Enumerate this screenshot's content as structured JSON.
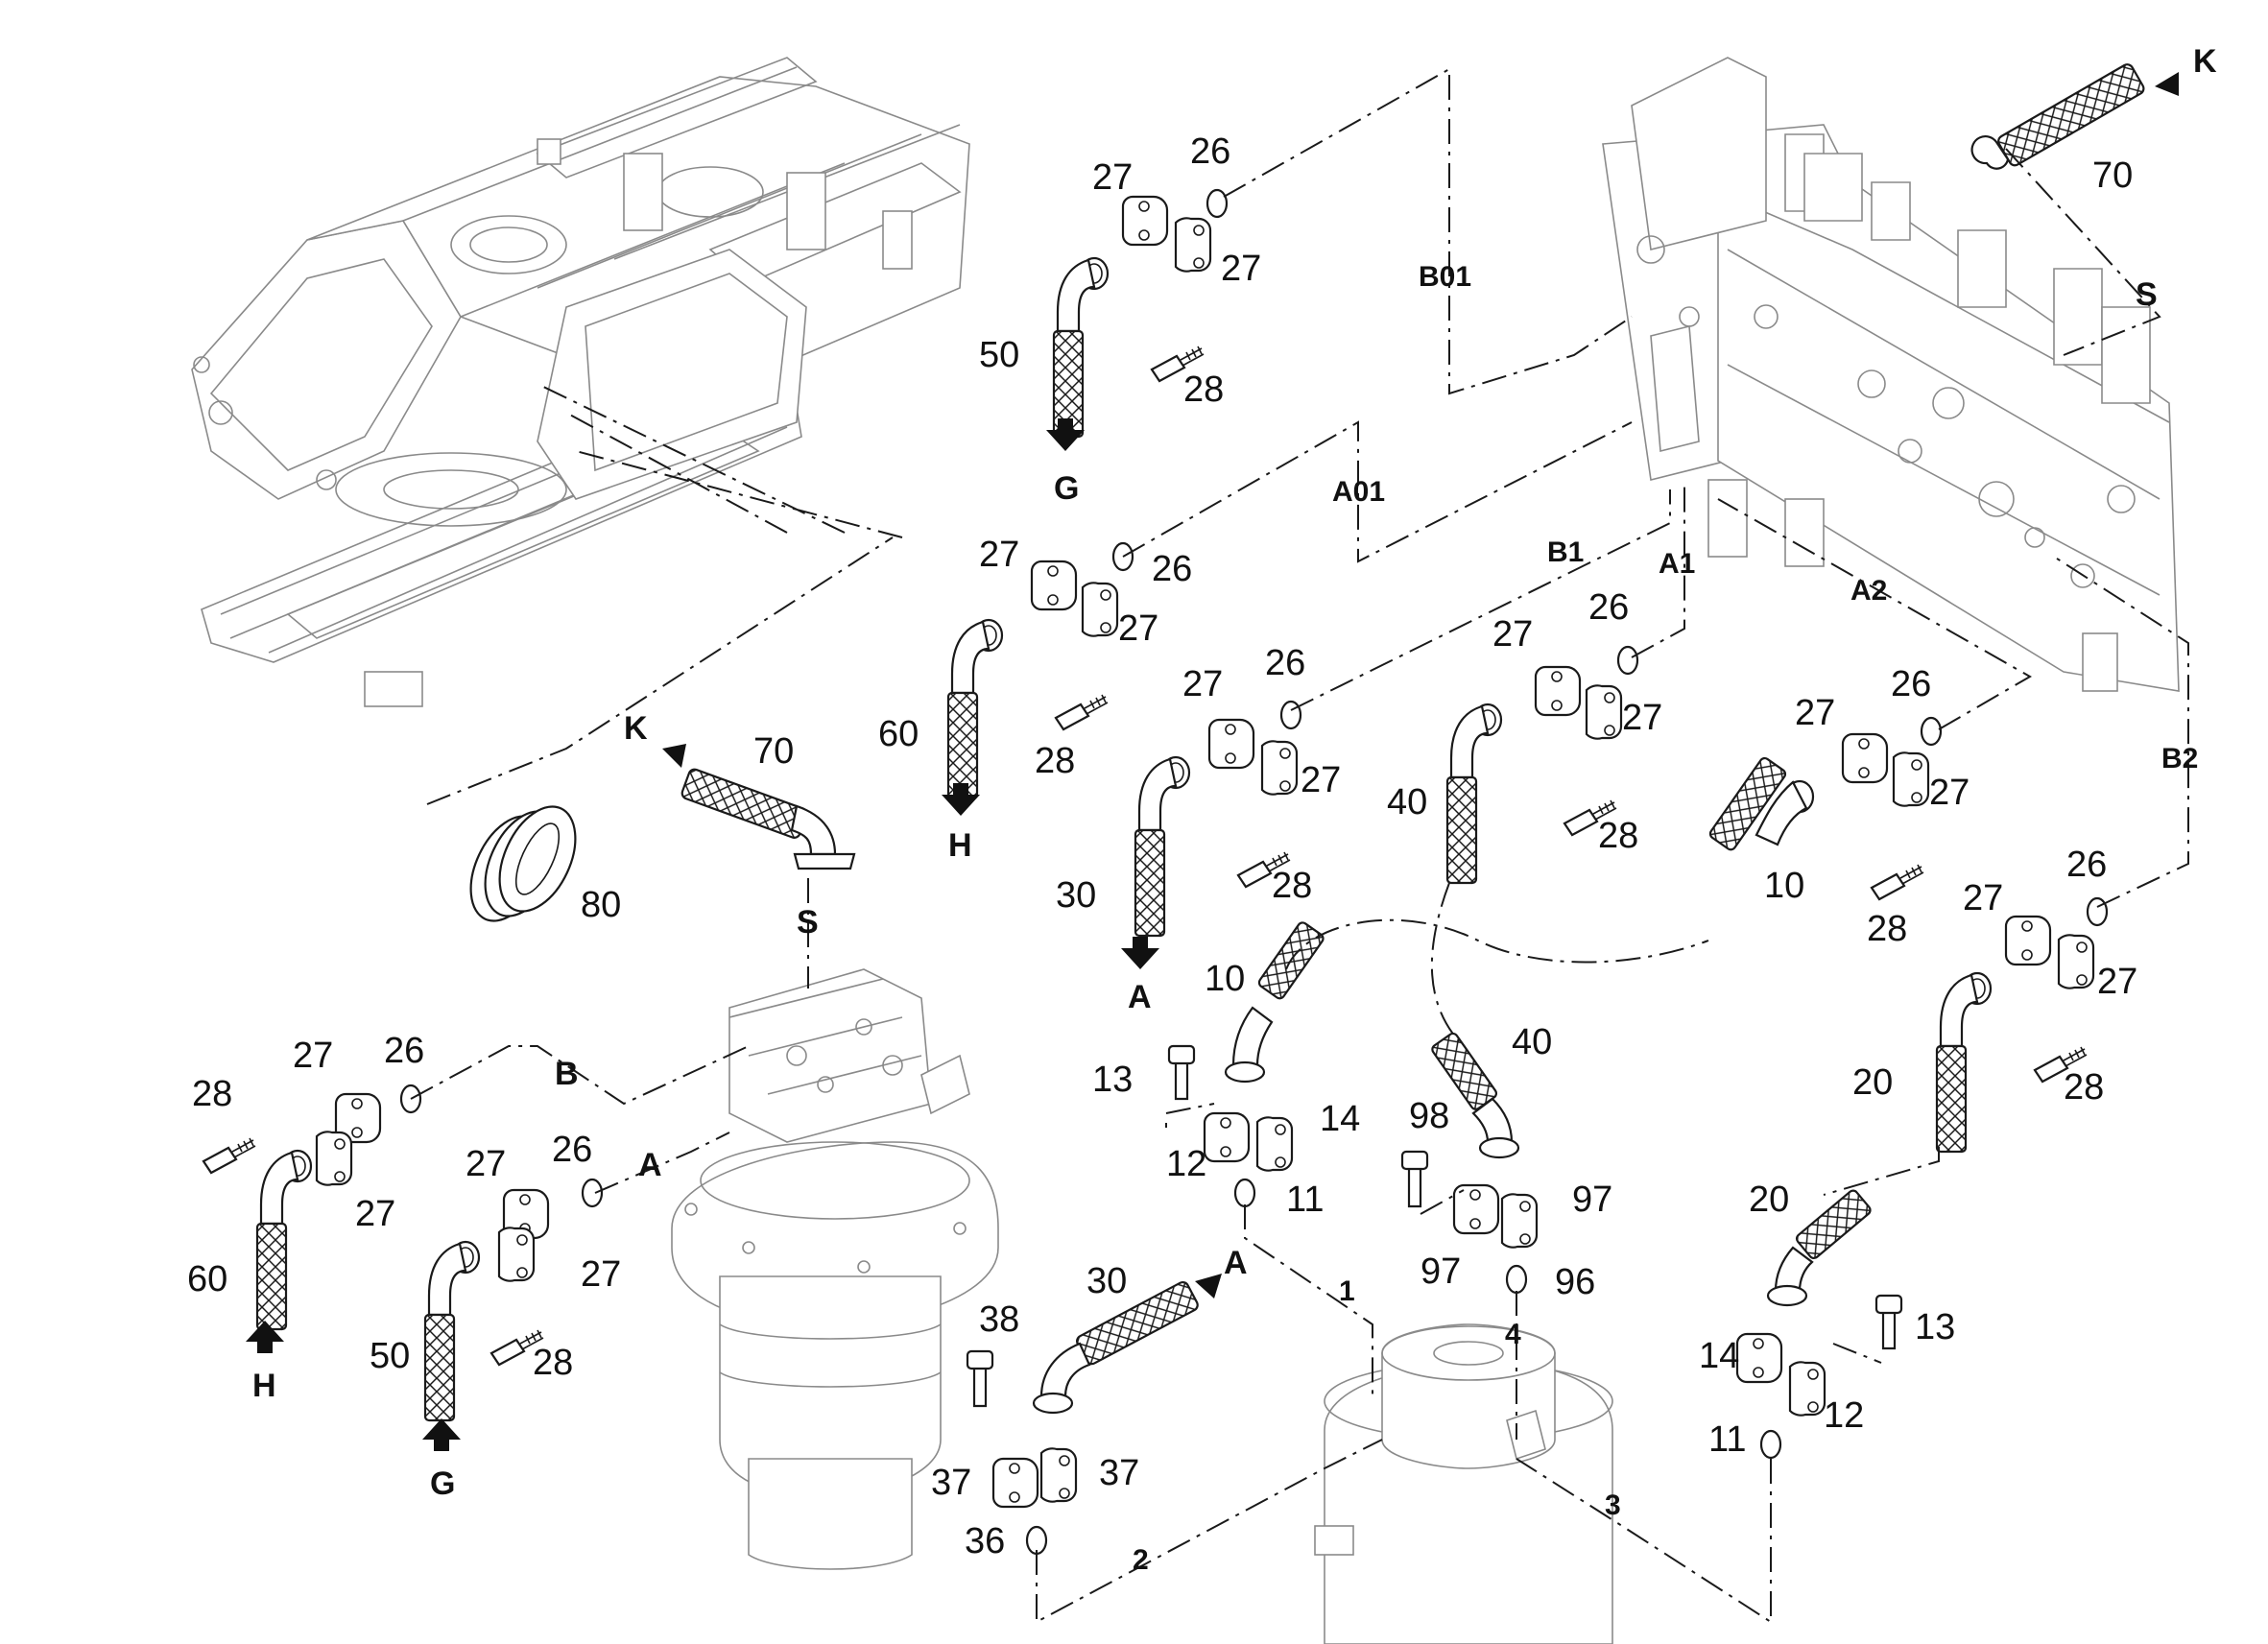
{
  "diagram": {
    "part_numbers": {
      "p10": "10",
      "p11": "11",
      "p12": "12",
      "p13": "13",
      "p14": "14",
      "p20": "20",
      "p26": "26",
      "p27": "27",
      "p28": "28",
      "p30": "30",
      "p36": "36",
      "p37": "37",
      "p38": "38",
      "p40": "40",
      "p50": "50",
      "p60": "60",
      "p70": "70",
      "p80": "80",
      "p96": "96",
      "p97": "97",
      "p98": "98"
    },
    "connection_refs": {
      "k": "K",
      "s": "S",
      "g": "G",
      "h": "H",
      "a": "A",
      "b": "B",
      "b01": "B01",
      "a01": "A01",
      "b1": "B1",
      "a1": "A1",
      "a2": "A2",
      "b2": "B2",
      "n1": "1",
      "n2": "2",
      "n3": "3",
      "n4": "4"
    },
    "colors": {
      "line": "#1a1a1a",
      "ghost_line": "#8a8a8a",
      "background": "#ffffff"
    }
  }
}
